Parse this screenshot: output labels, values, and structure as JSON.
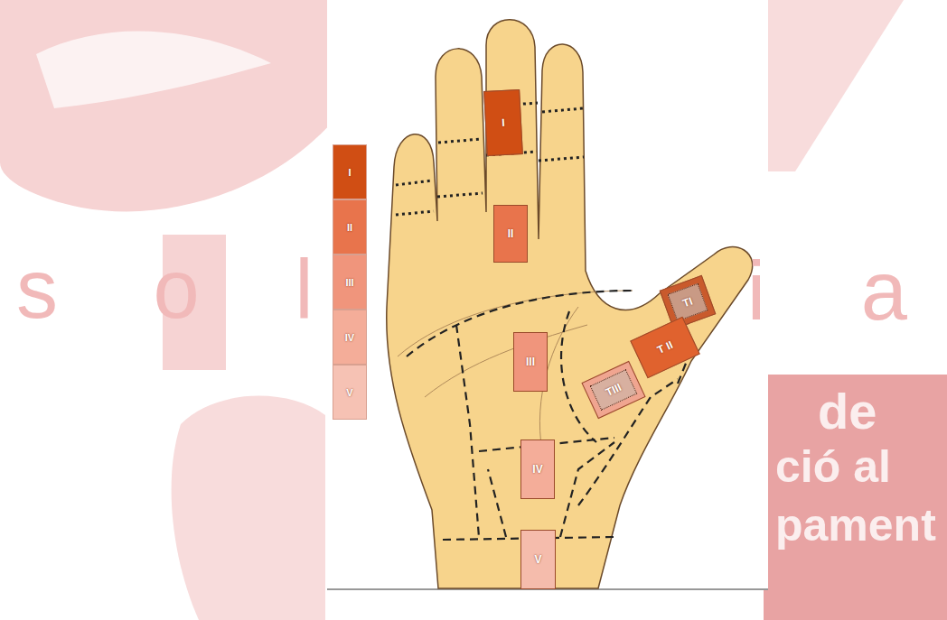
{
  "diagram": {
    "nodes": [
      {
        "text": [
          "I"
        ]
      },
      {
        "text": [
          "II"
        ]
      },
      {
        "text": [
          "III"
        ]
      },
      {
        "text": [
          "IV"
        ]
      },
      {
        "text": [
          "V"
        ]
      },
      {
        "text": [
          "TI"
        ]
      },
      {
        "text": [
          "T II"
        ]
      },
      {
        "text": [
          "TIII"
        ]
      }
    ],
    "labels": [
      "s o l",
      "i a",
      "de",
      "ció al",
      "pament"
    ],
    "legend": [
      {
        "text": "I",
        "color": "#d04e14"
      },
      {
        "text": "II",
        "color": "#e8744c"
      },
      {
        "text": "III",
        "color": "#f0957c"
      },
      {
        "text": "IV",
        "color": "#f4ad99"
      },
      {
        "text": "V",
        "color": "#f6c2b4"
      }
    ]
  }
}
